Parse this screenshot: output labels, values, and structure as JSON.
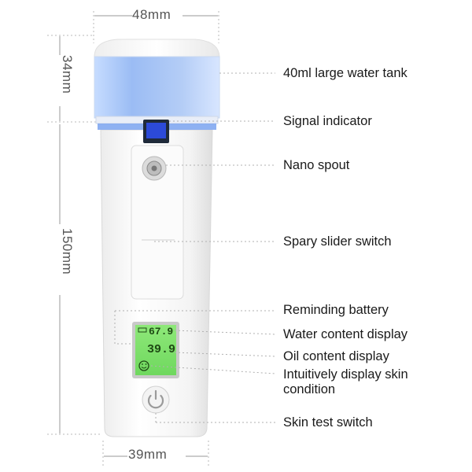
{
  "dimensions": {
    "top_width": "48mm",
    "bottom_width": "39mm",
    "tank_height": "34mm",
    "total_height": "150mm"
  },
  "lcd": {
    "line1": "67.9",
    "line2": "39.9"
  },
  "callouts": [
    {
      "label": "40ml large water tank"
    },
    {
      "label": "Signal indicator"
    },
    {
      "label": "Nano spout"
    },
    {
      "label": "Spary slider switch"
    },
    {
      "label": "Reminding battery"
    },
    {
      "label": "Water content display"
    },
    {
      "label": "Oil content display"
    },
    {
      "label": "Intuitively display skin condition"
    },
    {
      "label": "Skin test switch"
    }
  ],
  "colors": {
    "tank": "#a9c6f2",
    "indicator": "#2c4ad8",
    "lcd": "#7fe06a",
    "body": "#ffffff"
  }
}
